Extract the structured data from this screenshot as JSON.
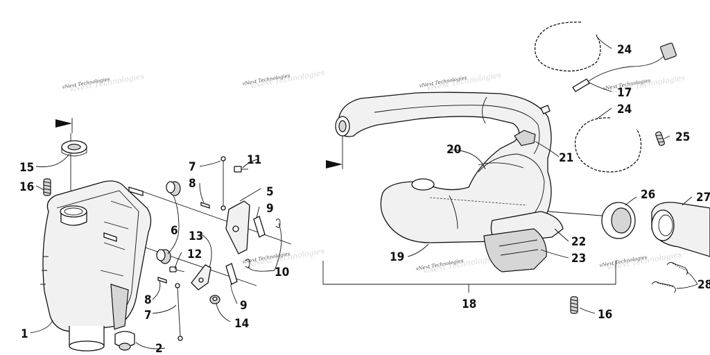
{
  "watermark": "vNext Technologies",
  "callouts": {
    "n1": "1",
    "n2": "2",
    "n5": "5",
    "n6": "6",
    "n7a": "7",
    "n7b": "7",
    "n8a": "8",
    "n8b": "8",
    "n9a": "9",
    "n9b": "9",
    "n10": "10",
    "n11": "11",
    "n12": "12",
    "n13": "13",
    "n14": "14",
    "n15": "15",
    "n16a": "16",
    "n16b": "16",
    "n17": "17",
    "n18": "18",
    "n19": "19",
    "n20": "20",
    "n21": "21",
    "n22": "22",
    "n23": "23",
    "n24a": "24",
    "n24b": "24",
    "n25": "25",
    "n26": "26",
    "n27": "27",
    "n28": "28"
  }
}
